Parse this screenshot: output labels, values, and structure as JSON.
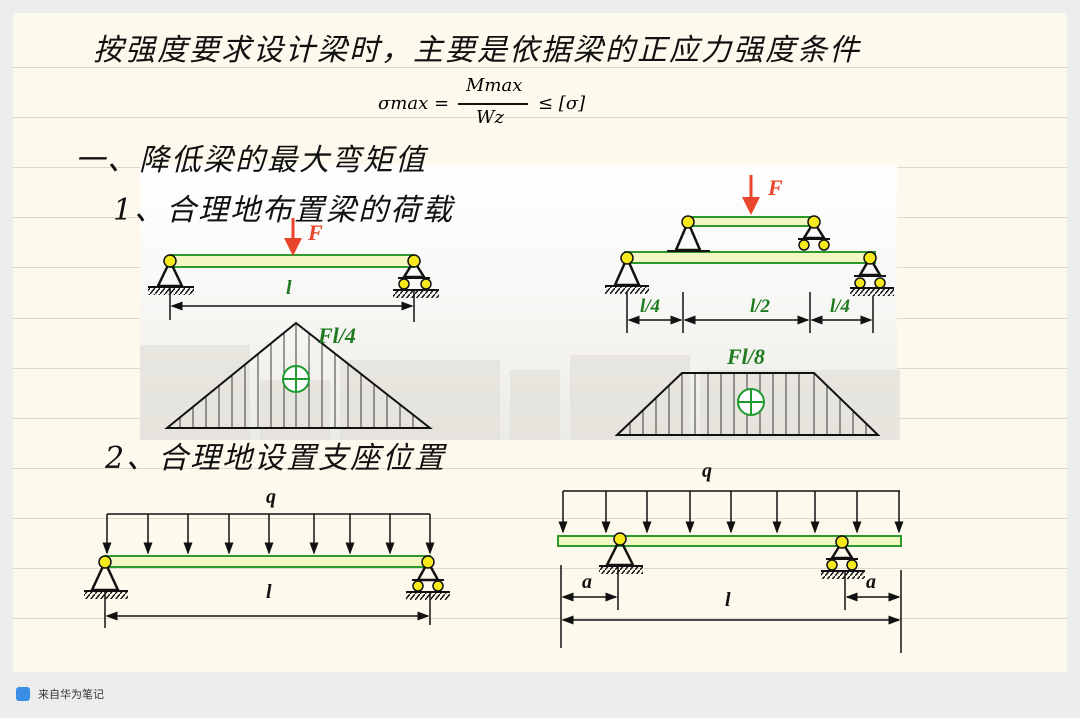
{
  "note": {
    "heading_line": "按强度要求设计梁时，主要是依据梁的正应力强度条件",
    "formula": {
      "lhs": "σmax =",
      "numerator": "Mmax",
      "denominator": "Wz",
      "rhs": "≤ [σ]"
    },
    "section_1": "一、降低梁的最大弯矩值",
    "subsection_1": "1、合理地布置梁的荷载",
    "subsection_2": "2、合理地设置支座位置"
  },
  "figures": {
    "fig_a": {
      "load_label": "F",
      "span_label": "l",
      "moment_label": "Fl/4",
      "sign": "⊕"
    },
    "fig_b": {
      "load_label": "F",
      "dim_labels": [
        "l/4",
        "l/2",
        "l/4"
      ],
      "moment_label": "Fl/8",
      "sign": "⊕"
    },
    "fig_c": {
      "load_label": "q",
      "span_label": "l"
    },
    "fig_d": {
      "load_label": "q",
      "overhang_left": "a",
      "overhang_right": "a",
      "span_label": "l"
    }
  },
  "colors": {
    "paper": "#fdf9ec",
    "rule": "#ddd8c8",
    "beam_fill": "#f3f7c4",
    "beam_stroke": "#2e9a2e",
    "pin": "#f7ea1c",
    "force": "#e8452a",
    "label_green": "#1f7a1f"
  },
  "footer": {
    "source": "来自华为笔记"
  }
}
